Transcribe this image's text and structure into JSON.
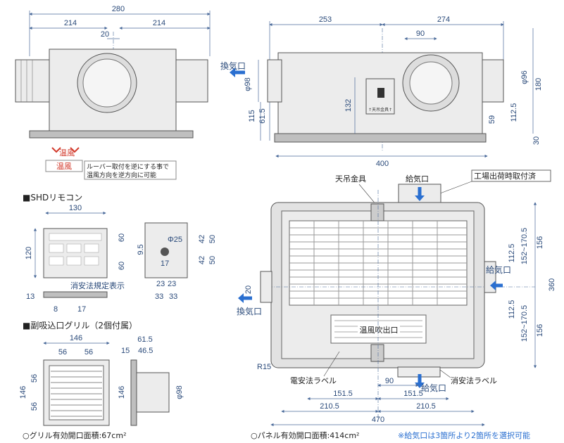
{
  "front_view": {
    "dims": {
      "overall": "280",
      "left": "214",
      "right": "214",
      "center": "20"
    },
    "airflow_label": "温風",
    "airflow_label_2": "温風",
    "note_line1": "ルーバー取付を逆にする事で",
    "note_line2": "温風方向を逆方向に可能"
  },
  "side_view": {
    "dims": {
      "left": "253",
      "right": "274",
      "duct_gap": "90",
      "width": "400",
      "exhaust_d": "φ98",
      "supply_d": "φ96",
      "h115": "115",
      "h61_5": "61.5",
      "h132": "132",
      "h59": "59",
      "h112_5": "112.5",
      "h180": "180",
      "h30": "30"
    },
    "exhaust_label": "換気口",
    "hanger_label": "↑天吊金具↑"
  },
  "remote": {
    "heading": "■SHDリモコン",
    "dims": {
      "width": "130",
      "height": "120",
      "d13": "13",
      "d8": "8",
      "d17": "17",
      "h60a": "60",
      "h60b": "60",
      "d25": "Φ25",
      "d9_5": "9.5",
      "d17b": "17",
      "d42a": "42",
      "d42b": "42",
      "d50a": "50",
      "d50b": "50",
      "d23a": "23",
      "d23b": "23",
      "d33a": "33",
      "d33b": "33"
    },
    "label": "消安法規定表示"
  },
  "grille": {
    "heading": "■副吸込口グリル（2個付属）",
    "dims": {
      "w146": "146",
      "w56a": "56",
      "w56b": "56",
      "h146": "146",
      "h56a": "56",
      "h56b": "56",
      "d15": "15",
      "d61_5": "61.5",
      "d46_5": "46.5",
      "d146": "146",
      "d98": "φ98"
    },
    "area_note": "○グリル有効開口面積:67cm²"
  },
  "main_view": {
    "labels": {
      "hanger": "天吊金具",
      "supply_top": "給気口",
      "factory": "工場出荷時取付済",
      "supply_right": "給気口",
      "exhaust": "換気口",
      "warm_outlet": "温風吹出口",
      "elec_label": "電安法ラベル",
      "consumer_label": "消安法ラベル",
      "supply_bottom": "給気口"
    },
    "dims": {
      "r15": "R15",
      "d20": "20",
      "d152_170a": "152~170.5",
      "d152_170b": "152~170.5",
      "d112_5a": "112.5",
      "d112_5b": "112.5",
      "d156a": "156",
      "d156b": "156",
      "d360": "360",
      "d90": "90",
      "d151_5a": "151.5",
      "d151_5b": "151.5",
      "d210_5a": "210.5",
      "d210_5b": "210.5",
      "d470": "470"
    },
    "area_note": "○パネル有効開口面積:414cm²",
    "select_note": "※給気口は3箇所より2箇所を選択可能"
  },
  "colors": {
    "body": "#ececec",
    "dim_line": "#4a6a9a",
    "dim_text": "#2a4a7a",
    "arrow_red": "#d23a2c",
    "arrow_blue": "#2a6fd0",
    "outline": "#555555"
  }
}
